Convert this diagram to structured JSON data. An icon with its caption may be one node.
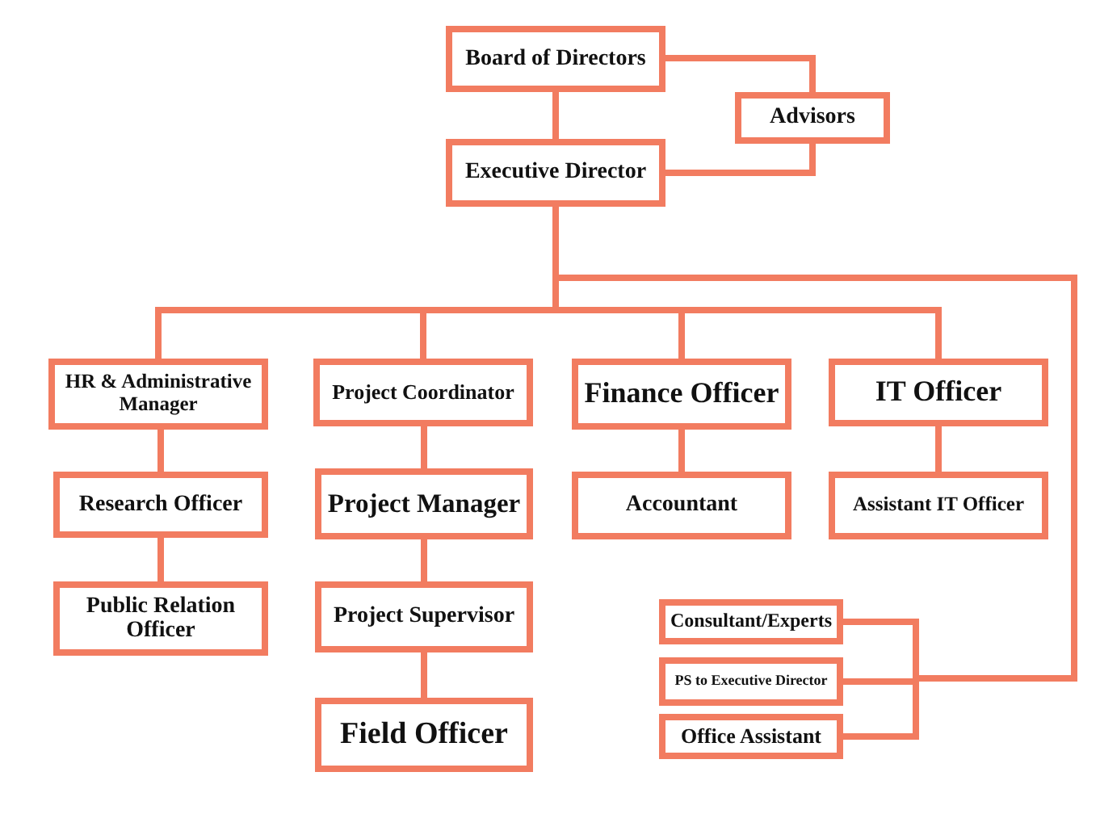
{
  "diagram": {
    "nodes": [
      {
        "text": [
          "Board of Directors"
        ]
      },
      {
        "text": [
          "Advisors"
        ]
      },
      {
        "text": [
          "Executive Director"
        ]
      },
      {
        "text": [
          "HR & Administrative Manager"
        ]
      },
      {
        "text": [
          "Project Coordinator"
        ]
      },
      {
        "text": [
          "Finance Officer"
        ]
      },
      {
        "text": [
          "IT Officer"
        ]
      },
      {
        "text": [
          "Research Officer"
        ]
      },
      {
        "text": [
          "Project Manager"
        ]
      },
      {
        "text": [
          "Accountant"
        ]
      },
      {
        "text": [
          "Assistant IT Officer"
        ]
      },
      {
        "text": [
          "Public Relation Officer"
        ]
      },
      {
        "text": [
          "Project Supervisor"
        ]
      },
      {
        "text": [
          "Field Officer"
        ]
      },
      {
        "text": [
          "Consultant/Experts"
        ]
      },
      {
        "text": [
          "PS to Executive Director"
        ]
      },
      {
        "text": [
          "Office Assistant"
        ]
      }
    ],
    "edges": [
      {
        "from": 0,
        "to": 2,
        "arrow": "none"
      },
      {
        "from": 0,
        "to": 1,
        "arrow": "none"
      },
      {
        "from": 1,
        "to": 2,
        "arrow": "none"
      },
      {
        "from": 2,
        "to": 3,
        "arrow": "none"
      },
      {
        "from": 2,
        "to": 4,
        "arrow": "none"
      },
      {
        "from": 2,
        "to": 5,
        "arrow": "none"
      },
      {
        "from": 2,
        "to": 6,
        "arrow": "none"
      },
      {
        "from": 3,
        "to": 7,
        "arrow": "none"
      },
      {
        "from": 7,
        "to": 11,
        "arrow": "none"
      },
      {
        "from": 4,
        "to": 8,
        "arrow": "none"
      },
      {
        "from": 8,
        "to": 12,
        "arrow": "none"
      },
      {
        "from": 12,
        "to": 13,
        "arrow": "none"
      },
      {
        "from": 5,
        "to": 9,
        "arrow": "none"
      },
      {
        "from": 6,
        "to": 10,
        "arrow": "none"
      },
      {
        "from": 2,
        "to": 14,
        "arrow": "none"
      },
      {
        "from": 2,
        "to": 15,
        "arrow": "none"
      },
      {
        "from": 2,
        "to": 16,
        "arrow": "none"
      }
    ]
  }
}
